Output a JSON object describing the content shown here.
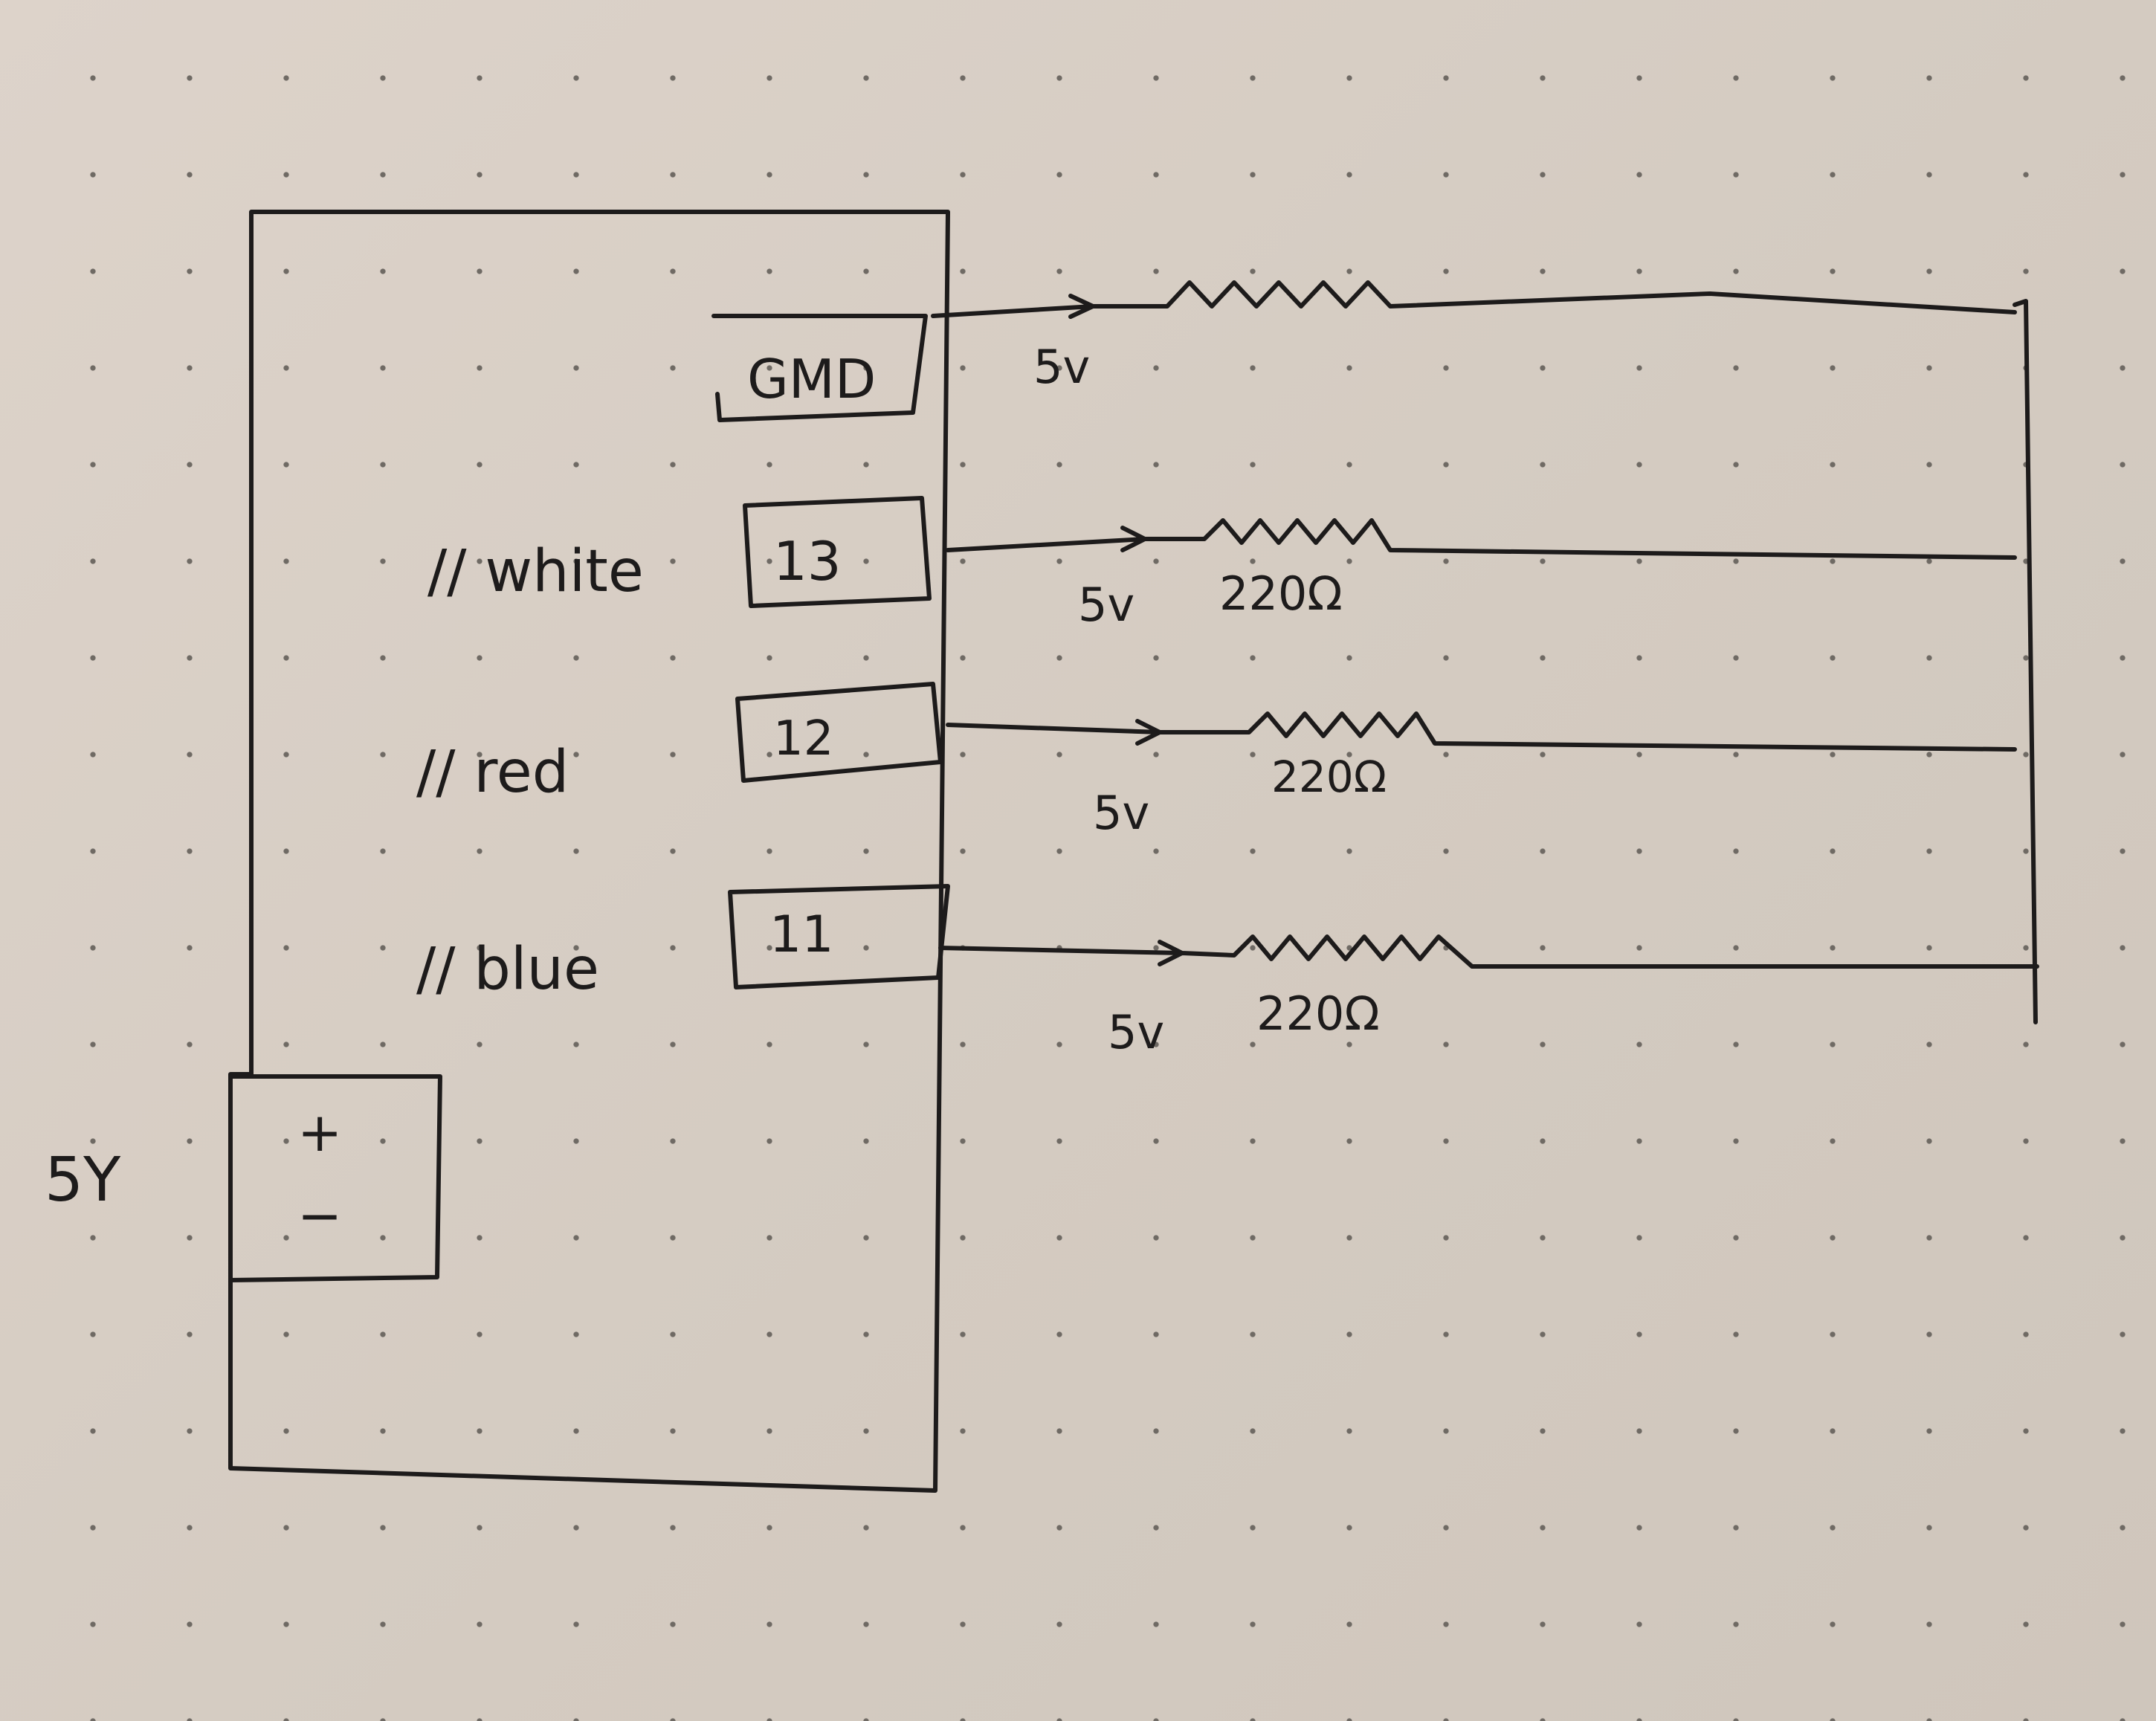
{
  "diagram": {
    "supply_label": "5Y",
    "battery": {
      "plus": "+",
      "minus": "−"
    },
    "pins": [
      {
        "name": "GMD",
        "comment": "",
        "voltage": "5v",
        "resistor": ""
      },
      {
        "name": "13",
        "comment": "// white",
        "voltage": "5v",
        "resistor": "220Ω"
      },
      {
        "name": "12",
        "comment": "// red",
        "voltage": "5v",
        "resistor": "220Ω"
      },
      {
        "name": "11",
        "comment": "// blue",
        "voltage": "5v",
        "resistor": "220Ω"
      }
    ],
    "colors": {
      "ink": "#1d1b1b",
      "paper": "#d4cbc1",
      "dots": "#6f6a64"
    }
  }
}
